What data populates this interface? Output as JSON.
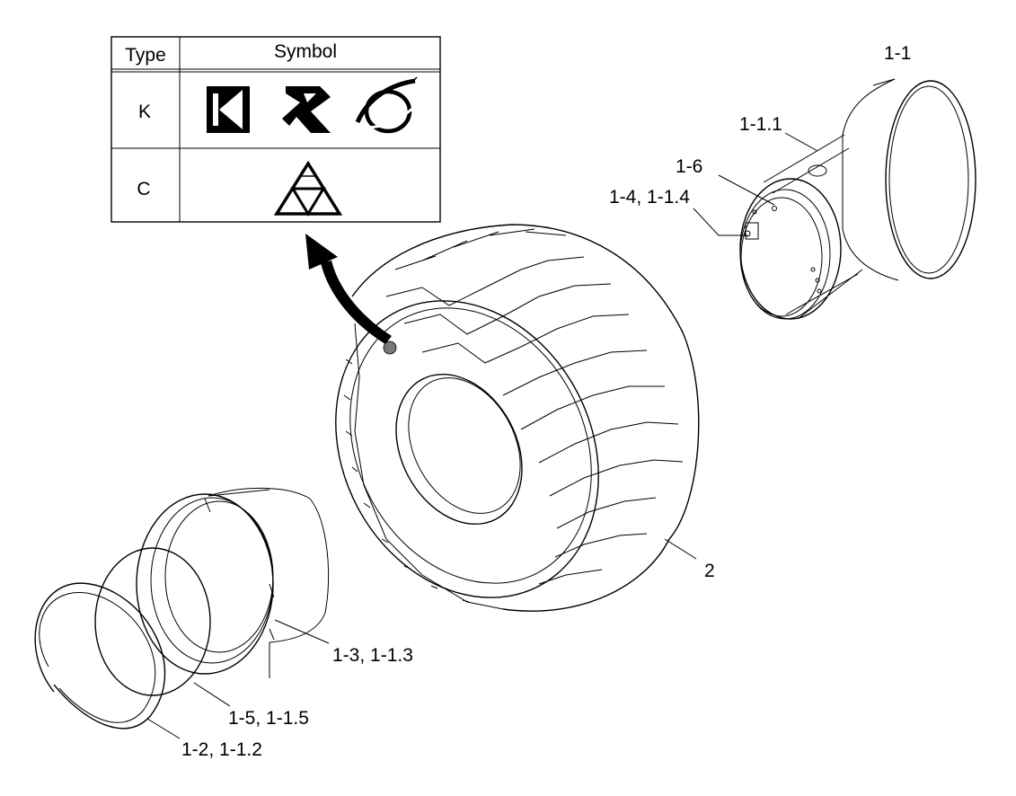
{
  "table": {
    "header_type": "Type",
    "header_symbol": "Symbol",
    "rows": [
      {
        "type": "K",
        "symbols": [
          "k-logo-icon",
          "r-logo-icon",
          "swoosh-globe-logo-icon"
        ]
      },
      {
        "type": "C",
        "symbols": [
          "triforce-triangle-logo-icon"
        ]
      }
    ]
  },
  "callouts": {
    "rim": "1-1",
    "rim_body": "1-1.1",
    "valve": "1-6",
    "lock_pin": "1-4, 1-1.4",
    "tire": "2",
    "flange_ring": "1-3, 1-1.3",
    "o_ring": "1-5, 1-1.5",
    "lock_ring": "1-2, 1-1.2"
  }
}
